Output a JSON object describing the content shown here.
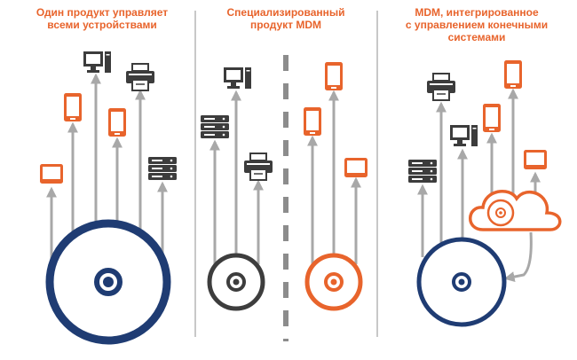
{
  "headings": {
    "left": "Один продукт управляет\nвсеми устройствами",
    "middle": "Специализированный\nпродукт MDM",
    "right": "MDM, интегрированное\nс управлением конечными\nсистемами"
  },
  "colors": {
    "orange": "#e8642c",
    "navy": "#1f3c73",
    "dark": "#3d3d3d",
    "gray": "#a8a8a8",
    "icon": "#3c3c3c",
    "white": "#ffffff"
  },
  "icons": {
    "tablet": "tablet-icon",
    "phone": "smartphone-icon",
    "laptop": "laptop-icon",
    "desktop": "desktop-computer-icon",
    "printer": "printer-icon",
    "server": "server-icon",
    "cloud": "cloud-icon",
    "disc": "management-disc-icon"
  },
  "panels": [
    {
      "name": "single-product",
      "disc_color": "navy",
      "devices": [
        "tablet",
        "phone",
        "desktop",
        "phone",
        "printer",
        "server"
      ]
    },
    {
      "name": "specialized-mdm",
      "groups": [
        {
          "disc_color": "dark",
          "devices": [
            "server",
            "desktop",
            "printer"
          ]
        },
        {
          "disc_color": "orange",
          "devices": [
            "phone",
            "phone",
            "tablet"
          ]
        }
      ]
    },
    {
      "name": "integrated-mdm",
      "disc_color": "navy",
      "devices": [
        "server",
        "printer",
        "desktop",
        "phone",
        "phone",
        "tablet"
      ],
      "via_cloud": true
    }
  ]
}
